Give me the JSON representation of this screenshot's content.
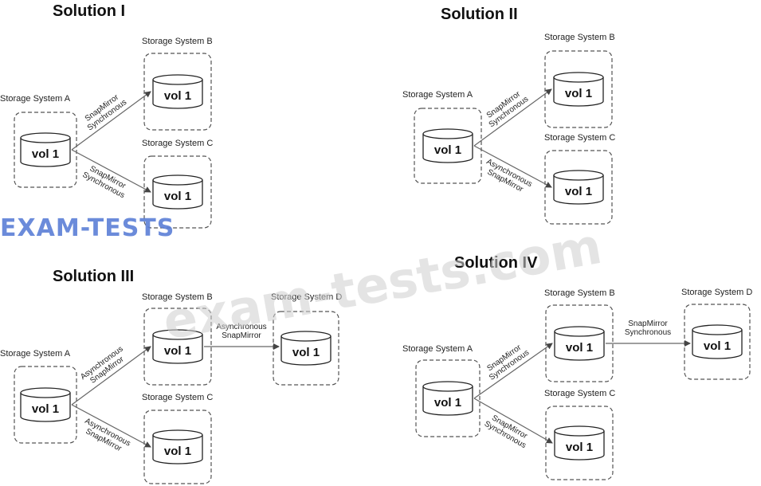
{
  "solutions": [
    {
      "title": "Solution I",
      "source": {
        "system": "Storage  System A",
        "volume": "vol 1"
      },
      "targets": [
        {
          "system": "Storage System B",
          "volume": "vol 1",
          "link": [
            "SnapMirror",
            "Synchronous"
          ]
        },
        {
          "system": "Storage System C",
          "volume": "vol 1",
          "link": [
            "SnapMirror",
            "Synchronous"
          ]
        }
      ]
    },
    {
      "title": "Solution II",
      "source": {
        "system": "Storage  System A",
        "volume": "vol 1"
      },
      "targets": [
        {
          "system": "Storage System B",
          "volume": "vol 1",
          "link": [
            "SnapMirror",
            "Synchronous"
          ]
        },
        {
          "system": "Storage System C",
          "volume": "vol 1",
          "link": [
            "Asynchronous",
            "SnapMirror"
          ]
        }
      ]
    },
    {
      "title": "Solution III",
      "source": {
        "system": "Storage  System A",
        "volume": "vol 1"
      },
      "targets": [
        {
          "system": "Storage System B",
          "volume": "vol 1",
          "link": [
            "Asynchronous",
            "SnapMirror"
          ]
        },
        {
          "system": "Storage System C",
          "volume": "vol 1",
          "link": [
            "Asynchronous",
            "SnapMirror"
          ]
        }
      ],
      "cascade": {
        "system": "Storage System D",
        "volume": "vol 1",
        "link": [
          "Asynchronous",
          "SnapMirror"
        ]
      }
    },
    {
      "title": "Solution IV",
      "source": {
        "system": "Storage  System A",
        "volume": "vol 1"
      },
      "targets": [
        {
          "system": "Storage System B",
          "volume": "vol 1",
          "link": [
            "SnapMirror",
            "Synchronous"
          ]
        },
        {
          "system": "Storage System C",
          "volume": "vol 1",
          "link": [
            "SnapMirror",
            "Synchronous"
          ]
        }
      ],
      "cascade": {
        "system": "Storage System D",
        "volume": "vol 1",
        "link": [
          "SnapMirror",
          "Synchronous"
        ]
      }
    }
  ],
  "watermarks": {
    "large": "exam-tests.com",
    "logo": "EXAM-TESTS"
  }
}
